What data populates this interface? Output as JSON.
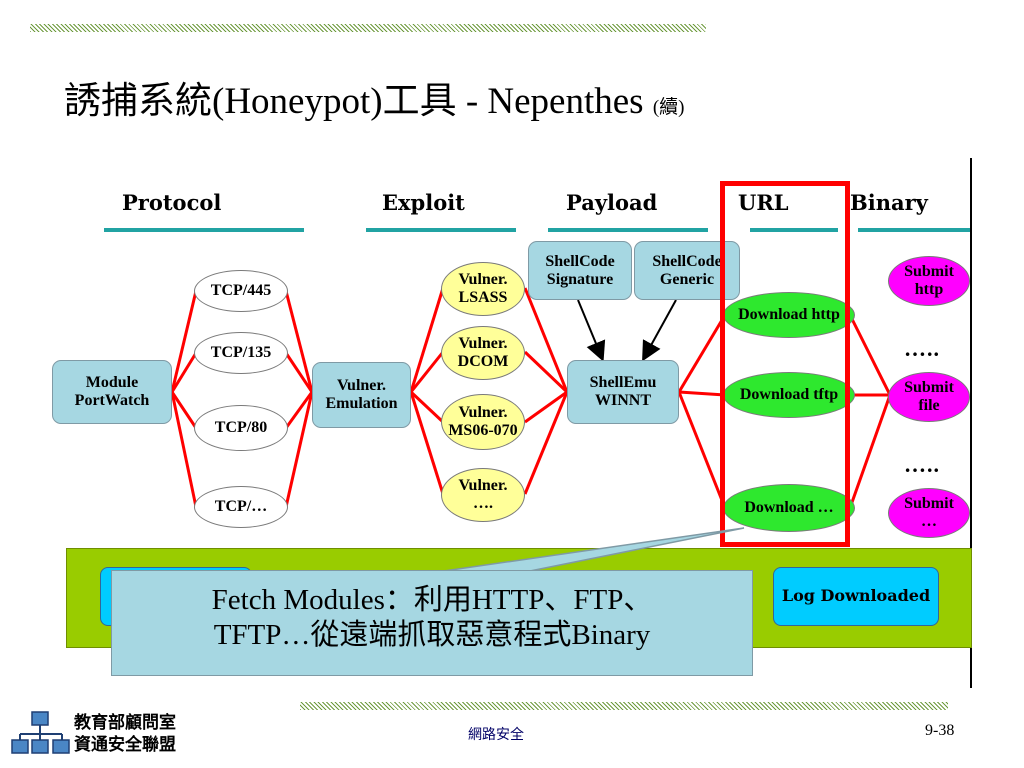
{
  "title": {
    "main": "誘捕系統(Honeypot)工具 - Nepenthes ",
    "cont": "(續)"
  },
  "headers": {
    "protocol": "Protocol",
    "exploit": "Exploit",
    "payload": "Payload",
    "url": "URL",
    "binary": "Binary"
  },
  "nodes": {
    "module_portwatch": "Module PortWatch",
    "tcp445": "TCP/445",
    "tcp135": "TCP/135",
    "tcp80": "TCP/80",
    "tcp_more": "TCP/…",
    "vulner_emulation": "Vulner. Emulation",
    "vulner_lsass": "Vulner. LSASS",
    "vulner_dcom": "Vulner. DCOM",
    "vulner_ms06": "Vulner. MS06-070",
    "vulner_more": "Vulner. ….",
    "shellcode_signature": "ShellCode Signature",
    "shellcode_generic": "ShellCode Generic",
    "shellemu": "ShellEmu WINNT",
    "download_http": "Download http",
    "download_tftp": "Download tftp",
    "download_more": "Download …",
    "submit_http": "Submit http",
    "submit_file": "Submit file",
    "submit_more": "Submit …",
    "dots1": "…..",
    "dots2": "…..",
    "log_downloaded": "Log Downloaded"
  },
  "callout": {
    "line1": "Fetch Modules：利用HTTP、FTP、",
    "line2": "TFTP…從遠端抓取惡意程式Binary"
  },
  "footer": {
    "logo_line1": "教育部顧問室",
    "logo_line2": "資通安全聯盟",
    "center": "網路安全",
    "page": "9-38"
  },
  "colors": {
    "accent_red": "#ff0000",
    "green_panel": "#99cc00",
    "rule_teal": "#21a3a3",
    "hatch_green": "#6d9a3c"
  }
}
